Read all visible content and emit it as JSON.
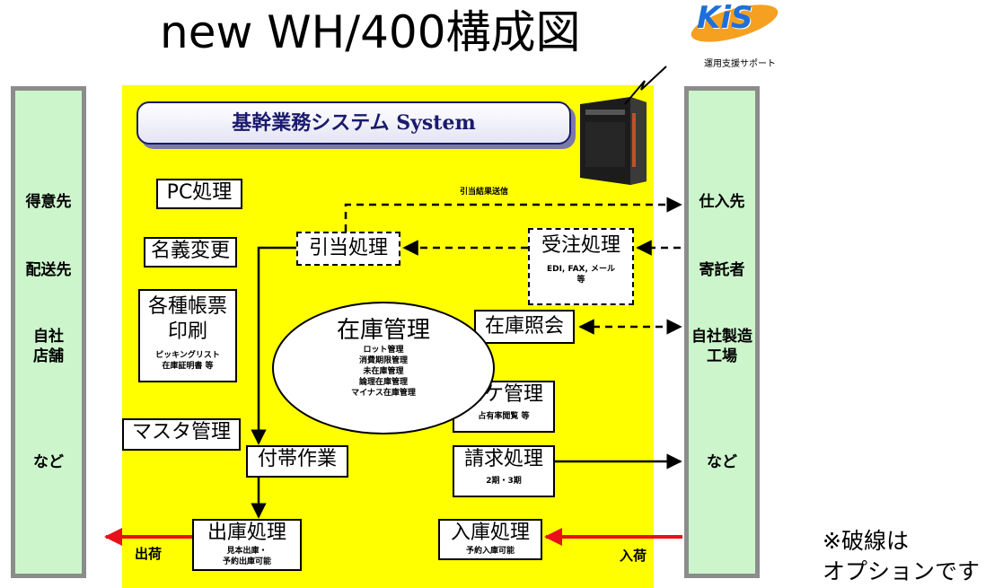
{
  "title": "new WH/400構成図",
  "logo": {
    "text": "KiS",
    "subtitle": "運用支援サポート",
    "color": "#1e6fd9",
    "swoosh": "#f5a020"
  },
  "system_banner": "基幹業務システム System",
  "left_panel": [
    "得意先",
    "配送先",
    "自社\n店舗",
    "など"
  ],
  "right_panel": [
    "仕入先",
    "寄託者",
    "自社製造\n工場",
    "など"
  ],
  "boxes": {
    "pc": "PC処理",
    "meigi": "名義変更",
    "forms_title": "各種帳票\n印刷",
    "forms_sub": "ピッキングリスト\n在庫証明書 等",
    "master": "マスタ管理",
    "futai": "付帯作業",
    "shukko": "出庫処理",
    "shukko_sub": "見本出庫・\n予約出庫可能",
    "hikiate": "引当処理",
    "juchu": "受注処理",
    "juchu_sub": "EDI, FAX, メール\n等",
    "zaiko_shokai": "在庫照会",
    "loke": "ロケ管理",
    "loke_sub": "占有率閲覧 等",
    "seikyu": "請求処理",
    "seikyu_sub": "2期・3期",
    "nyuko": "入庫処理",
    "nyuko_sub": "予約入庫可能"
  },
  "zaiko_kanri": {
    "title": "在庫管理",
    "items": [
      "ロット管理",
      "消費期限管理",
      "未在庫管理",
      "論理在庫管理",
      "マイナス在庫管理"
    ]
  },
  "labels": {
    "hikiate_result": "引当結果送信",
    "shukka": "出荷",
    "nyuka": "入荷"
  },
  "note": "※破線は\nオプションです"
}
